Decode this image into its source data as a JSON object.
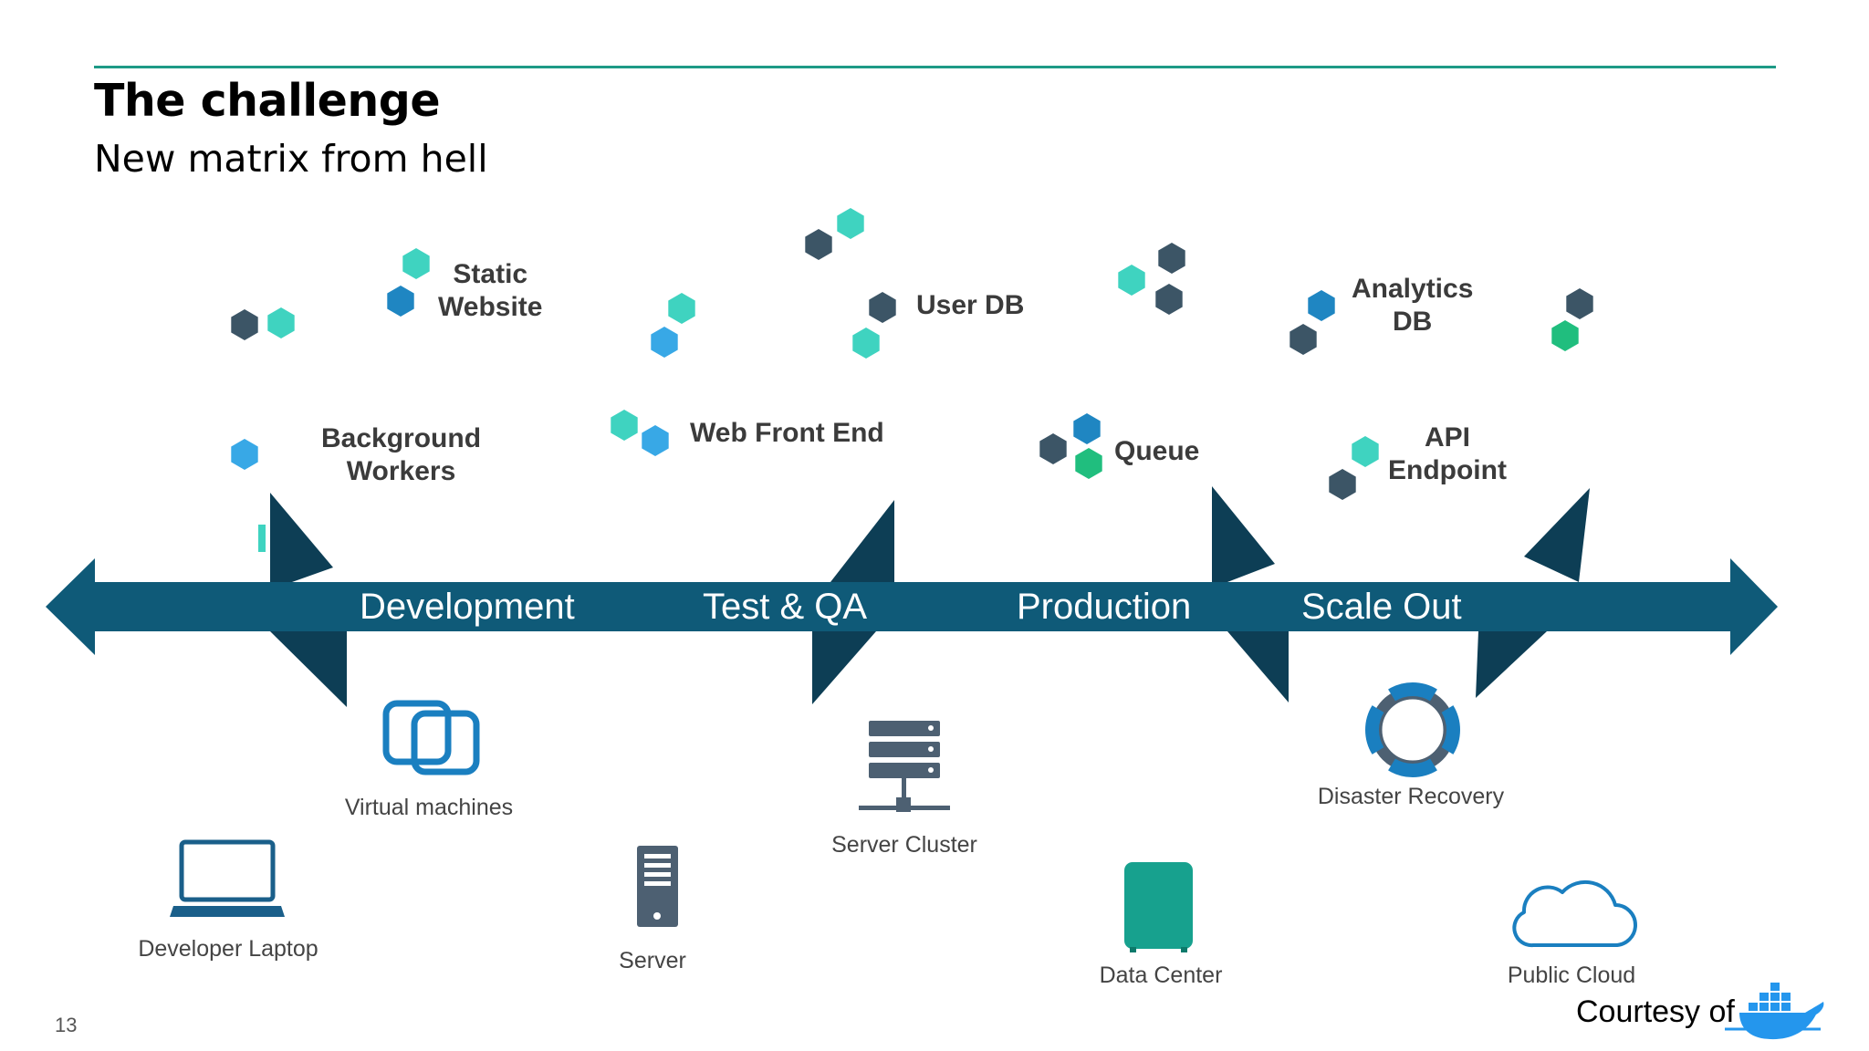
{
  "slide": {
    "title": "The challenge",
    "subtitle": "New matrix from hell",
    "page_number": "13",
    "courtesy": "Courtesy of"
  },
  "services": {
    "static_website": "Static\nWebsite",
    "user_db": "User DB",
    "analytics_db": "Analytics\nDB",
    "background_workers": "Background\nWorkers",
    "web_front_end": "Web Front End",
    "queue": "Queue",
    "api_endpoint": "API\nEndpoint"
  },
  "stages": {
    "development": "Development",
    "test_qa": "Test & QA",
    "production": "Production",
    "scale_out": "Scale Out"
  },
  "environments": {
    "virtual_machines": "Virtual machines",
    "server_cluster": "Server Cluster",
    "disaster_recovery": "Disaster Recovery",
    "developer_laptop": "Developer Laptop",
    "server": "Server",
    "data_center": "Data Center",
    "public_cloud": "Public Cloud"
  },
  "icons": {
    "hexagon": "hexagon-icon",
    "virtual_machines": "virtual-machines-icon",
    "server_cluster": "server-cluster-icon",
    "disaster_recovery": "lifebuoy-icon",
    "developer_laptop": "laptop-icon",
    "server": "server-tower-icon",
    "data_center": "data-center-icon",
    "public_cloud": "cloud-icon",
    "docker_logo": "docker-whale-logo"
  },
  "colors": {
    "accent_rule": "#1d9a86",
    "arrow": "#0f5a78",
    "arrow_dark": "#0d3e55",
    "hex_dark": "#3c5566",
    "hex_teal": "#3fd3c0",
    "hex_blue": "#1f86c2",
    "hex_light_blue": "#38a8e6",
    "hex_green": "#20be7e",
    "icon_blue": "#1a7fc0",
    "icon_slate": "#4d6072",
    "icon_teal": "#17a18e",
    "docker_blue": "#2496ed"
  }
}
